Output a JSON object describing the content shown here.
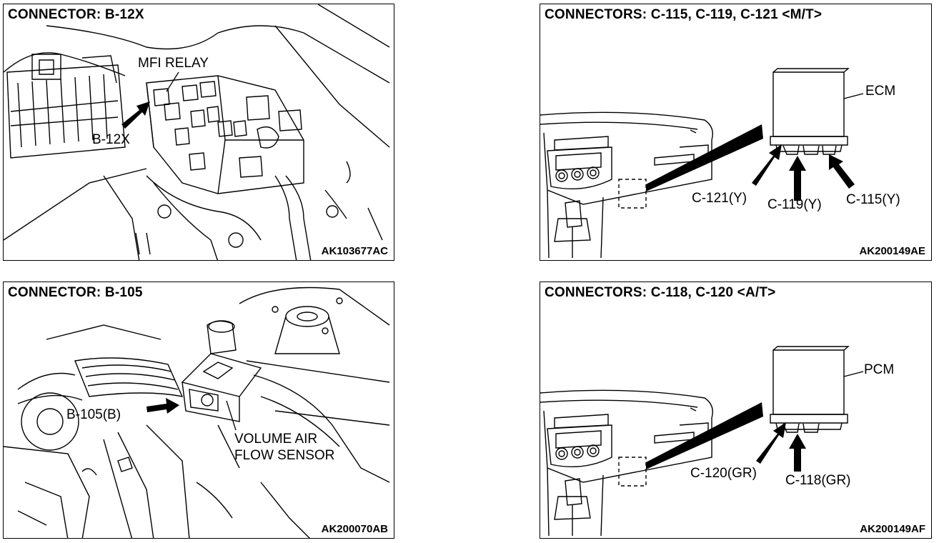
{
  "panels": {
    "b12x": {
      "title": "CONNECTOR: B-12X",
      "code": "AK103677AC",
      "labels": {
        "relay": "MFI RELAY",
        "connector": "B-12X"
      }
    },
    "b105": {
      "title": "CONNECTOR: B-105",
      "code": "AK200070AB",
      "labels": {
        "connector": "B-105(B)",
        "sensor_line1": "VOLUME AIR",
        "sensor_line2": "FLOW SENSOR"
      }
    },
    "mt": {
      "title": "CONNECTORS: C-115, C-119, C-121 <M/T>",
      "code": "AK200149AE",
      "labels": {
        "module": "ECM",
        "c121": "C-121(Y)",
        "c119": "C-119(Y)",
        "c115": "C-115(Y)"
      }
    },
    "at": {
      "title": "CONNECTORS: C-118, C-120 <A/T>",
      "code": "AK200149AF",
      "labels": {
        "module": "PCM",
        "c120": "C-120(GR)",
        "c118": "C-118(GR)"
      }
    }
  }
}
